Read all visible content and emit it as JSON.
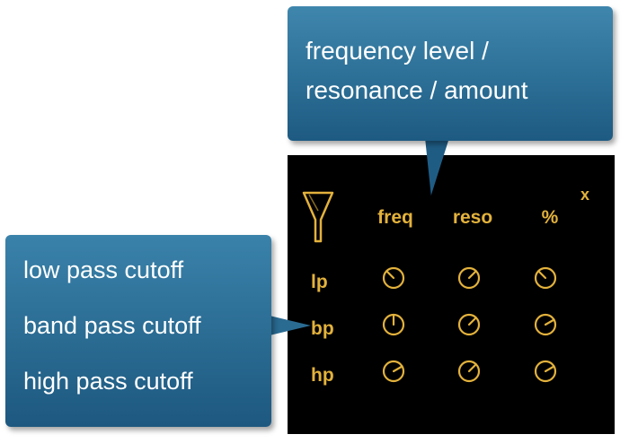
{
  "panel": {
    "close_label": "x",
    "columns": [
      "freq",
      "reso",
      "%"
    ],
    "rows": [
      "lp",
      "bp",
      "hp"
    ],
    "accent_color": "#e3b23c",
    "background_color": "#000000",
    "icon": "filter-funnel-icon"
  },
  "callouts": {
    "top": {
      "lines": [
        "frequency level /",
        "resonance / amount"
      ]
    },
    "left": {
      "lines": [
        "low pass cutoff",
        "band pass cutoff",
        "high pass cutoff"
      ]
    },
    "color": "#2c6f96"
  }
}
